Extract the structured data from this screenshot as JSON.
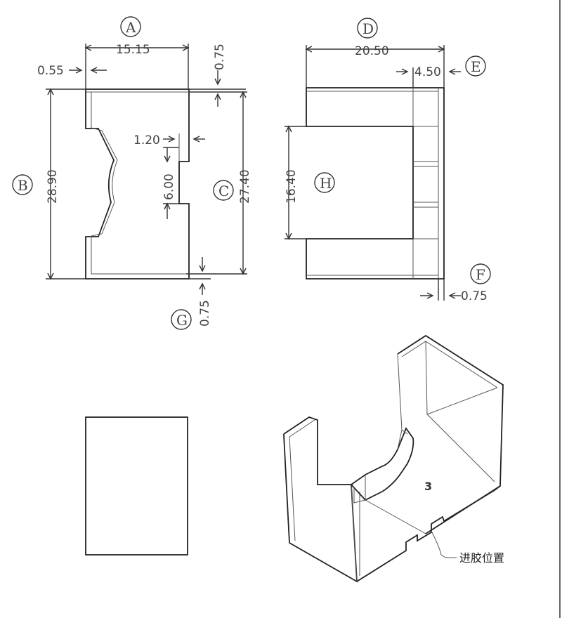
{
  "labels": {
    "A": "A",
    "B": "B",
    "C": "C",
    "D": "D",
    "E": "E",
    "F": "F",
    "G": "G",
    "H": "H"
  },
  "dims": {
    "width_front": "15.15",
    "offset_left": "0.55",
    "thickness_top": "0.75",
    "height_outer": "28.90",
    "slot_depth": "1.20",
    "slot_height": "6.00",
    "height_inner": "27.40",
    "thickness_bottom": "0.75",
    "width_side": "20.50",
    "depth_side": "4.50",
    "height_opening": "16.40",
    "thickness_side": "0.75"
  },
  "notes": {
    "page_number": "3",
    "gate_position": "进胶位置"
  }
}
